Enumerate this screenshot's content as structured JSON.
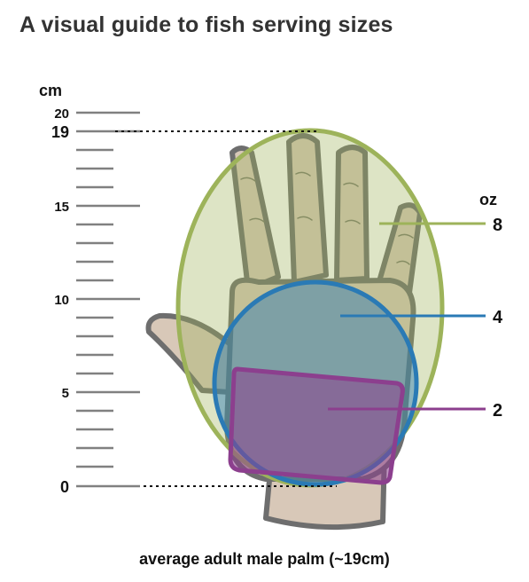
{
  "title": "A visual guide to fish serving sizes",
  "caption": "average adult male palm (~19cm)",
  "ruler": {
    "unit_label": "cm",
    "tick_labels": [
      "20",
      "19",
      "15",
      "10",
      "5",
      "0"
    ]
  },
  "servings": {
    "unit_label": "oz",
    "items": [
      {
        "label": "8",
        "color": "#9db35a"
      },
      {
        "label": "4",
        "color": "#2a7ab5"
      },
      {
        "label": "2",
        "color": "#8c3f8e"
      }
    ]
  },
  "colors": {
    "ruler": "#808080",
    "skin": "#d8c8b8",
    "outline": "#6e6e6e"
  }
}
